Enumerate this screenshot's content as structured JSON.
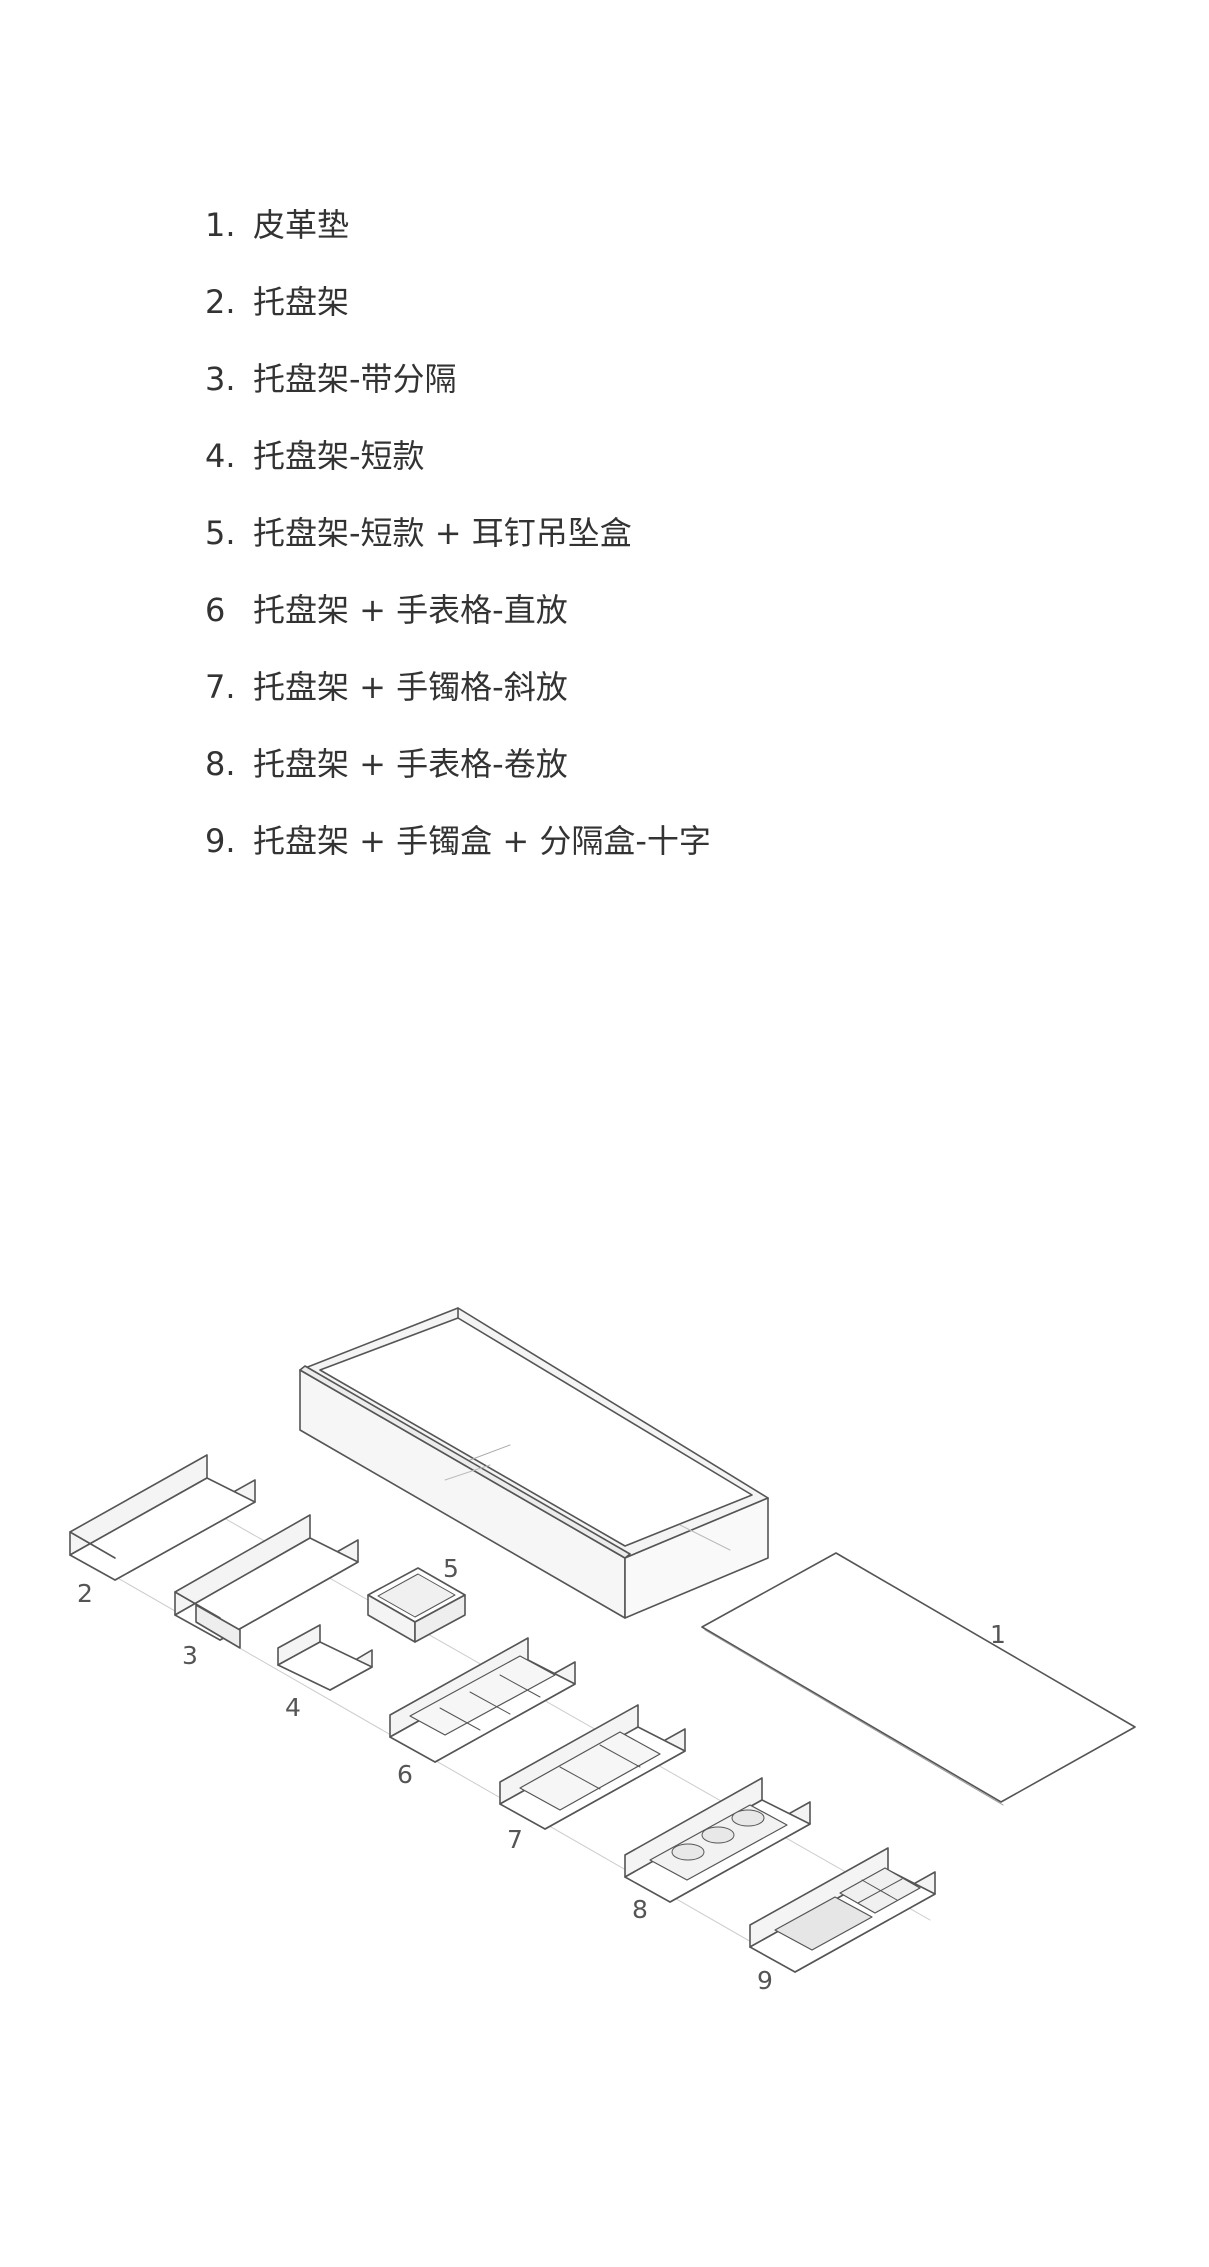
{
  "parts_list": [
    {
      "num": "1.",
      "name": "皮革垫"
    },
    {
      "num": "2.",
      "name": "托盘架"
    },
    {
      "num": "3.",
      "name": "托盘架-带分隔"
    },
    {
      "num": "4.",
      "name": "托盘架-短款"
    },
    {
      "num": "5.",
      "name": "托盘架-短款 + 耳钉吊坠盒"
    },
    {
      "num": "6",
      "name": "托盘架 + 手表格-直放"
    },
    {
      "num": "7.",
      "name": "托盘架 + 手镯格-斜放"
    },
    {
      "num": "8.",
      "name": "托盘架 + 手表格-卷放"
    },
    {
      "num": "9.",
      "name": "托盘架 + 手镯盒 + 分隔盒-十字"
    }
  ],
  "diagram": {
    "callouts": [
      "1",
      "2",
      "3",
      "4",
      "5",
      "6",
      "7",
      "8",
      "9"
    ],
    "line_color": "#555555",
    "fill_color": "#f4f4f4"
  }
}
